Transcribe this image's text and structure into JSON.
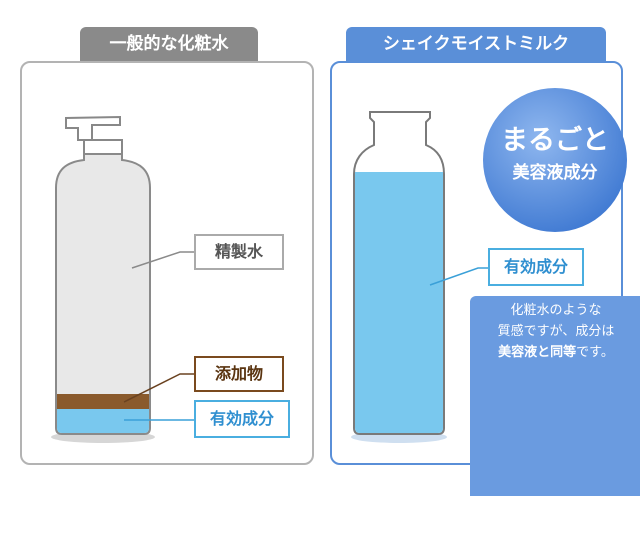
{
  "left": {
    "tab_label": "一般的な化粧水",
    "labels": {
      "water": "精製水",
      "additives": "添加物",
      "active": "有効成分"
    }
  },
  "right": {
    "tab_label": "シェイクモイストミルク",
    "labels": {
      "active": "有効成分"
    },
    "badge": {
      "line1": "まるごと",
      "line2": "美容液成分"
    },
    "texture": {
      "line1": "化粧水のような",
      "line2": "質感ですが、成分は",
      "line3_bold": "美容液と同等",
      "line3_rest": "です。"
    }
  },
  "colors": {
    "gray_tab": "#8a8a8a",
    "blue_tab": "#5a8fd8",
    "liquid_blue": "#79c8ee",
    "additive_brown": "#8a5a2c",
    "water_gray": "#e8e8e8"
  }
}
